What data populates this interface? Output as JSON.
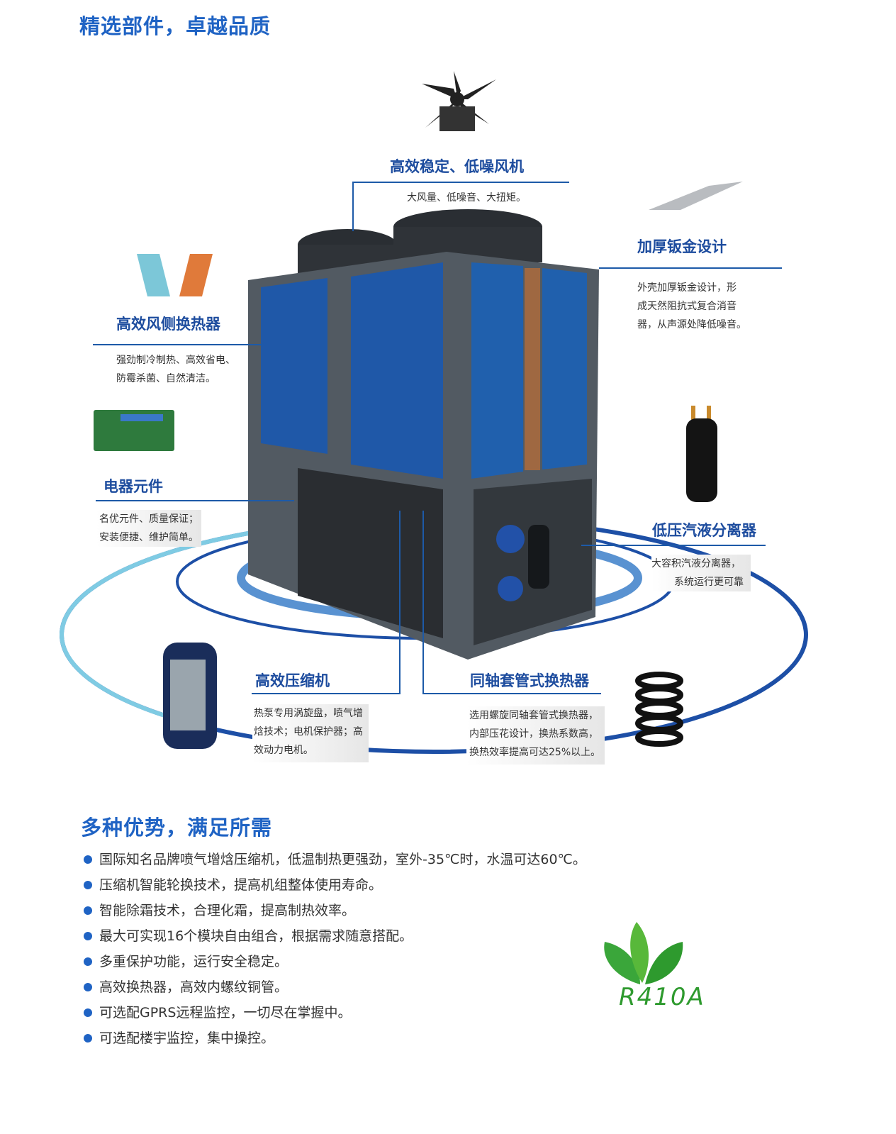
{
  "section1": {
    "title": "精选部件，卓越品质"
  },
  "components": {
    "fan": {
      "title": "高效稳定、低噪风机",
      "desc": "大风量、低噪音、大扭矩。"
    },
    "sheet_metal": {
      "title": "加厚钣金设计",
      "desc": [
        "外壳加厚钣金设计，形",
        "成天然阻抗式复合消音",
        "器，从声源处降低噪音。"
      ]
    },
    "air_exchanger": {
      "title": "高效风侧换热器",
      "desc": [
        "强劲制冷制热、高效省电、",
        "防霉杀菌、自然清洁。"
      ]
    },
    "electrical": {
      "title": "电器元件",
      "desc": [
        "名优元件、质量保证；",
        "安装便捷、维护简单。"
      ]
    },
    "separator": {
      "title": "低压汽液分离器",
      "desc": [
        "大容积汽液分离器，",
        "系统运行更可靠"
      ]
    },
    "compressor": {
      "title": "高效压缩机",
      "desc": [
        "热泵专用涡旋盘，喷气增",
        "焓技术；电机保护器；高",
        "效动力电机。"
      ]
    },
    "coaxial": {
      "title": "同轴套管式换热器",
      "desc": [
        "选用螺旋同轴套管式换热器，",
        "内部压花设计，换热系数高，",
        "换热效率提高可达25%以上。"
      ]
    }
  },
  "section2": {
    "title": "多种优势，满足所需",
    "items": [
      "国际知名品牌喷气增焓压缩机，低温制热更强劲，室外-35℃时，水温可达60℃。",
      "压缩机智能轮换技术，提高机组整体使用寿命。",
      "智能除霜技术，合理化霜，提高制热效率。",
      "最大可实现16个模块自由组合，根据需求随意搭配。",
      "多重保护功能，运行安全稳定。",
      "高效换热器，高效内螺纹铜管。",
      "可选配GPRS远程监控，一切尽在掌握中。",
      "可选配楼宇监控，集中操控。"
    ]
  },
  "logo": {
    "text": "R410A"
  },
  "colors": {
    "title_blue": "#1f63c4",
    "sub_blue": "#1d4c9e",
    "green": "#2e9a2e"
  }
}
